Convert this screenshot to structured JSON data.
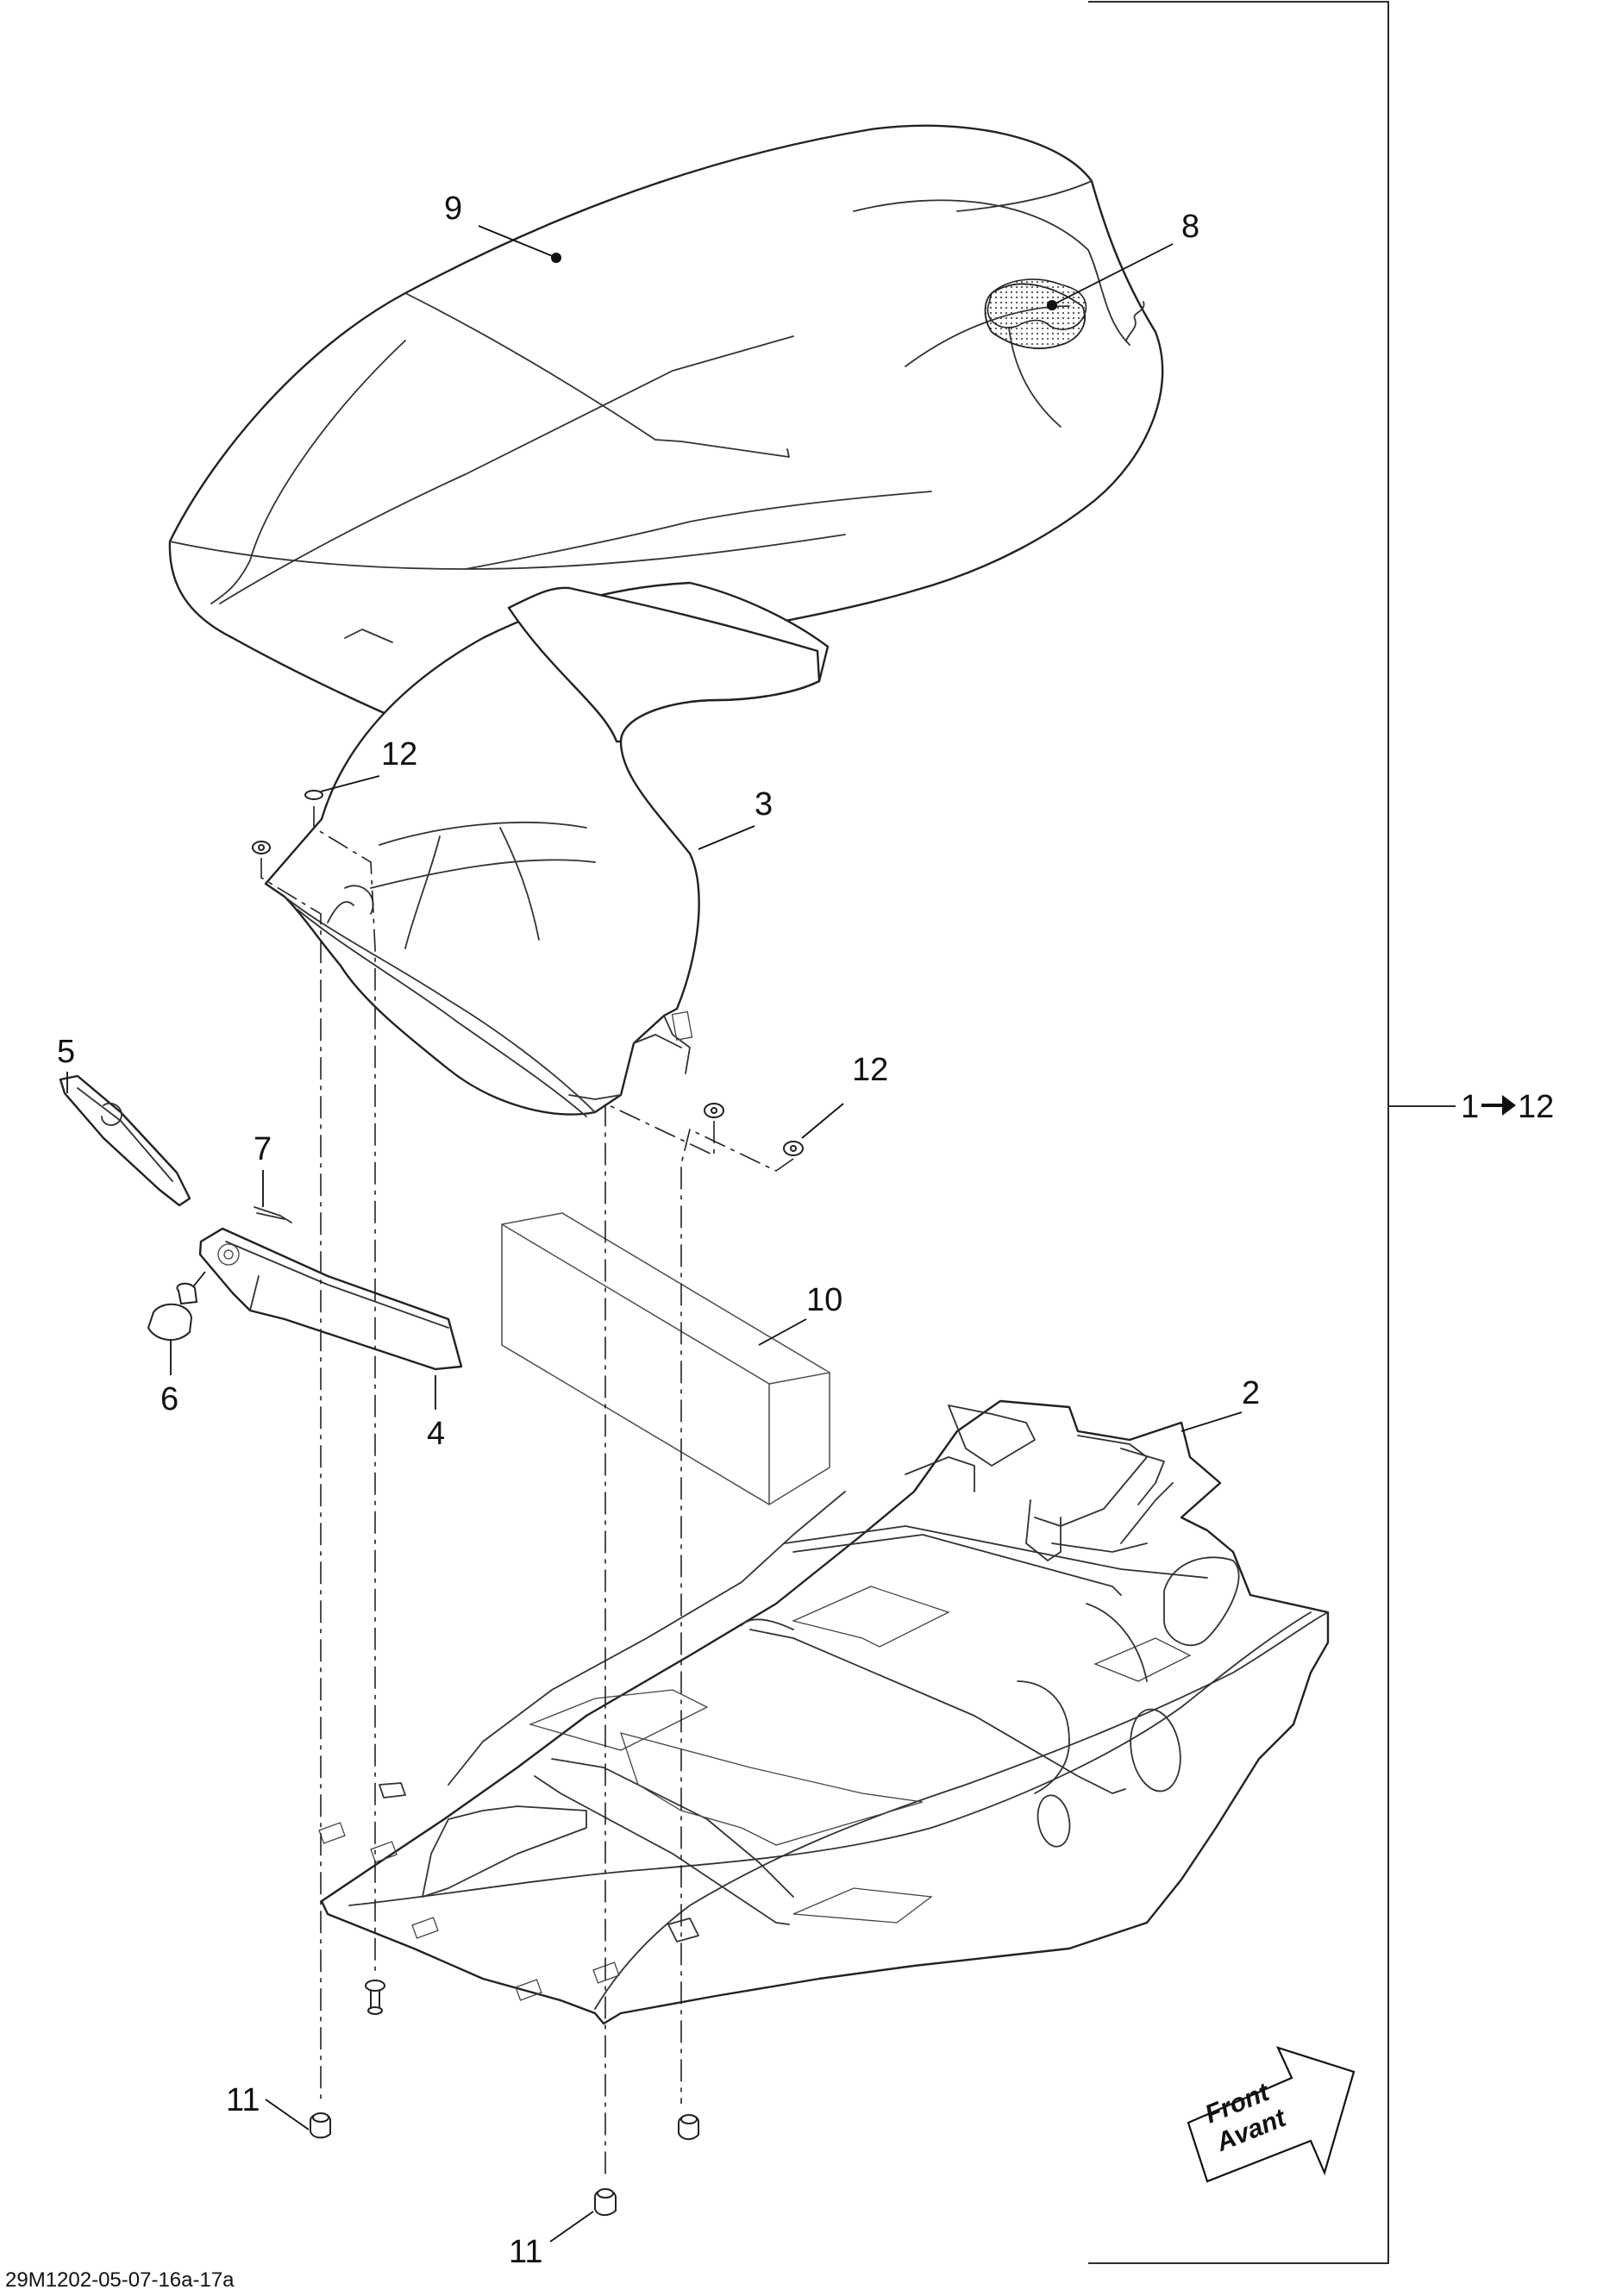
{
  "callouts": {
    "c1": "1",
    "c2": "2",
    "c3": "3",
    "c4": "4",
    "c5": "5",
    "c6": "6",
    "c7": "7",
    "c8": "8",
    "c9": "9",
    "c10": "10",
    "c11a": "11",
    "c11b": "11",
    "c12a": "12",
    "c12b": "12",
    "range_to": "12"
  },
  "direction": {
    "line1": "Front",
    "line2": "Avant"
  },
  "drawing_code": "29M1202-05-07-16a-17a",
  "icons": {
    "range_arrow": "right-arrow-icon",
    "direction": "front-direction-arrow-icon"
  }
}
